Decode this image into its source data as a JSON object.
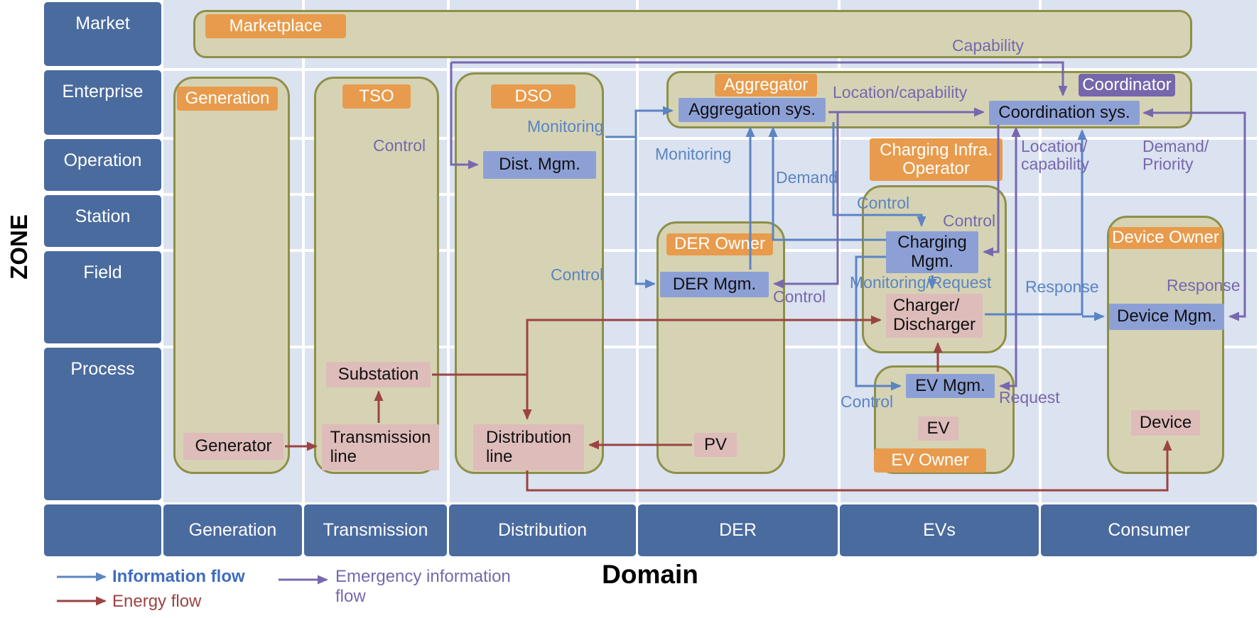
{
  "axes": {
    "zone_title": "ZONE",
    "domain_title": "Domain",
    "zones": [
      "Market",
      "Enterprise",
      "Operation",
      "Station",
      "Field",
      "Process"
    ],
    "domains": [
      "Generation",
      "Transmission",
      "Distribution",
      "DER",
      "EVs",
      "Consumer"
    ]
  },
  "boxes": {
    "marketplace": "Marketplace",
    "generation_actor": "Generation",
    "tso": "TSO",
    "dso": "DSO",
    "aggregator": "Aggregator",
    "coordinator": "Coordinator",
    "der_owner": "DER Owner",
    "charging_infra_operator": "Charging Infra.\nOperator",
    "ev_owner": "EV Owner",
    "device_owner": "Device Owner",
    "dist_mgm": "Dist. Mgm.",
    "aggregation_sys": "Aggregation sys.",
    "coordination_sys": "Coordination sys.",
    "der_mgm": "DER Mgm.",
    "charging_mgm": "Charging\nMgm.",
    "ev_mgm": "EV Mgm.",
    "device_mgm": "Device Mgm.",
    "generator": "Generator",
    "substation": "Substation",
    "transmission_line": "Transmission\nline",
    "distribution_line": "Distribution\nline",
    "pv": "PV",
    "charger_discharger": "Charger/\nDischarger",
    "ev": "EV",
    "device": "Device"
  },
  "flow_labels": {
    "capability": "Capability",
    "location_capability_top": "Location/capability",
    "monitoring_dso": "Monitoring",
    "control_dso": "Control",
    "monitoring_der": "Monitoring",
    "demand": "Demand",
    "demand_priority": "Demand/\nPriority",
    "location_capability_right": "Location/\ncapability",
    "control_charging_blue": "Control",
    "control_charging_purple": "Control",
    "control_der_blue": "Control",
    "control_der_purple": "Control",
    "monitoring_request": "Monitoring/Request",
    "response_blue": "Response",
    "response_purple": "Response",
    "control_ev": "Control",
    "request": "Request"
  },
  "legend": {
    "information_flow": "Information flow",
    "energy_flow": "Energy flow",
    "emergency_flow": "Emergency information\nflow"
  },
  "colors": {
    "header_blue": "#4a6b9e",
    "grid_background": "#dbe2f0",
    "group_fill": "#d6d3b4",
    "group_border": "#8d9048",
    "actor_orange": "#e89b4c",
    "coordinator_purple": "#7666ac",
    "system_blue": "#8da0d6",
    "component_pink": "#ddbcba",
    "information_flow": "#5b84c3",
    "emergency_flow": "#7768ae",
    "energy_flow": "#9c4343"
  }
}
